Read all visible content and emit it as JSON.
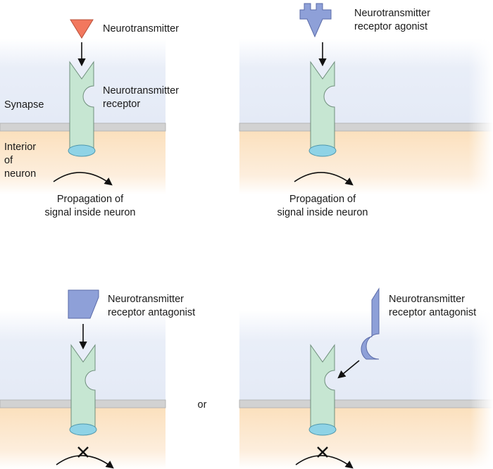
{
  "panel_top_left": {
    "ligand_label": "Neurotransmitter",
    "receptor_label_line1": "Neurotransmitter",
    "receptor_label_line2": "receptor",
    "region_synapse": "Synapse",
    "region_interior_line1": "Interior",
    "region_interior_line2": "of",
    "region_interior_line3": "neuron",
    "signal_line1": "Propagation of",
    "signal_line2": "signal inside neuron"
  },
  "panel_top_right": {
    "ligand_label_line1": "Neurotransmitter",
    "ligand_label_line2": "receptor agonist",
    "signal_line1": "Propagation of",
    "signal_line2": "signal inside neuron"
  },
  "panel_bottom_left": {
    "ligand_label_line1": "Neurotransmitter",
    "ligand_label_line2": "receptor antagonist"
  },
  "connector": "or",
  "panel_bottom_right": {
    "ligand_label_line1": "Neurotransmitter",
    "ligand_label_line2": "receptor antagonist"
  },
  "colors": {
    "synapse_bg": "#e9eef8",
    "interior_bg": "#fbe5c6",
    "membrane": "#cfcfcf",
    "receptor_fill": "#c6e6d2",
    "receptor_stroke": "#6f8f7c",
    "receptor_base": "#8fd3e6",
    "neurotransmitter": "#f2785e",
    "agonist_antagonist": "#8ea0d8"
  }
}
